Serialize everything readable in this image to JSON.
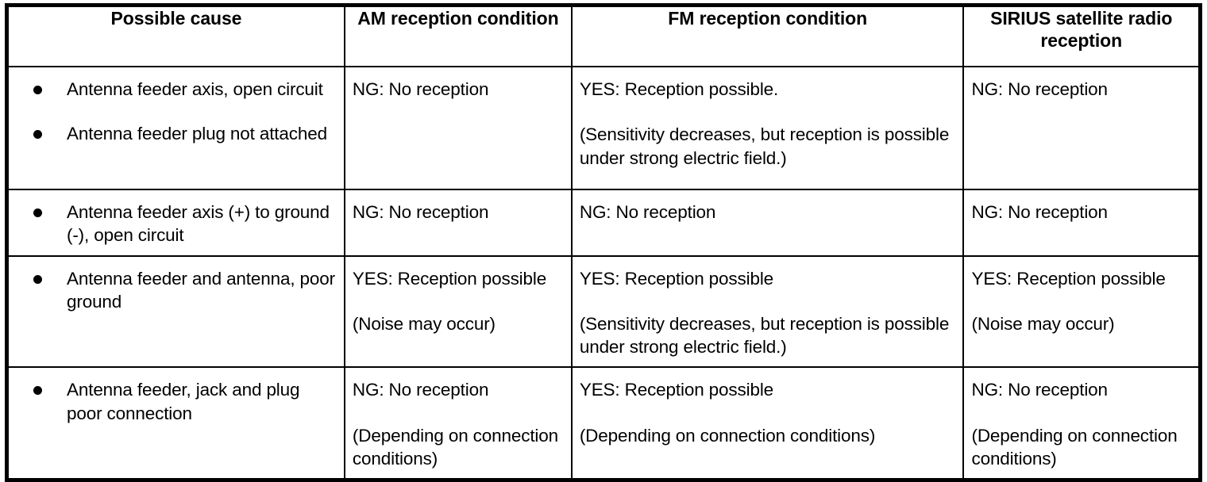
{
  "table": {
    "columns": [
      {
        "id": "cause",
        "label": "Possible cause"
      },
      {
        "id": "am",
        "label": "AM reception condition"
      },
      {
        "id": "fm",
        "label": "FM reception condition"
      },
      {
        "id": "sirius",
        "label_line1": "SIRIUS satellite radio",
        "label_line2": "reception"
      }
    ],
    "rows": [
      {
        "causes": [
          "Antenna feeder axis, open circuit",
          "Antenna feeder plug not attached"
        ],
        "am": {
          "main": "NG: No reception",
          "note": ""
        },
        "fm": {
          "main": "YES: Reception possible.",
          "note": "(Sensitivity decreases, but reception is possible under strong electric field.)"
        },
        "sirius": {
          "main": "NG: No reception",
          "note": ""
        }
      },
      {
        "causes": [
          "Antenna feeder axis (+) to ground (-), open circuit"
        ],
        "am": {
          "main": "NG: No reception",
          "note": ""
        },
        "fm": {
          "main": "NG: No reception",
          "note": ""
        },
        "sirius": {
          "main": "NG: No reception",
          "note": ""
        }
      },
      {
        "causes": [
          "Antenna feeder and antenna, poor ground"
        ],
        "am": {
          "main": "YES: Reception possible",
          "note": "(Noise may occur)"
        },
        "fm": {
          "main": "YES: Reception possible",
          "note": "(Sensitivity decreases, but reception is possible under strong electric field.)"
        },
        "sirius": {
          "main": "YES: Reception possible",
          "note": "(Noise may occur)"
        }
      },
      {
        "causes": [
          "Antenna feeder, jack and plug poor connection"
        ],
        "am": {
          "main": "NG: No reception",
          "note": "(Depending on connection conditions)"
        },
        "fm": {
          "main": "YES: Reception possible",
          "note": "(Depending on connection conditions)"
        },
        "sirius": {
          "main": "NG: No reception",
          "note": "(Depending on connection conditions)"
        }
      }
    ]
  },
  "colors": {
    "border": "#000000",
    "text": "#000000",
    "background": "#ffffff"
  }
}
